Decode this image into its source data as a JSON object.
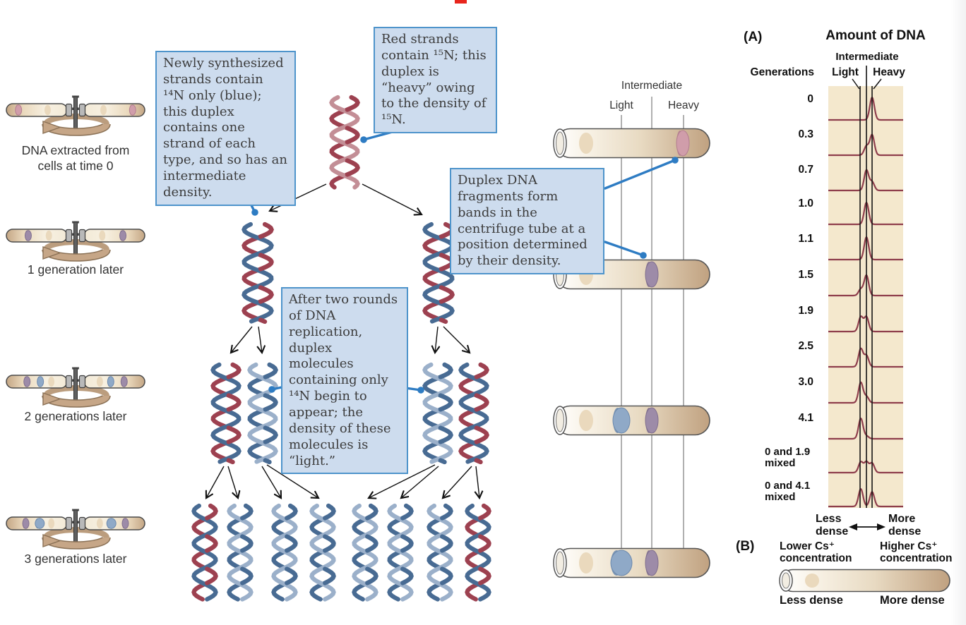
{
  "figure": {
    "description": "Meselson-Stahl experiment: semiconservative DNA replication shown by density-gradient centrifugation",
    "top_mark_color": "#e8251d"
  },
  "colors": {
    "callout_fill": "#cddcee",
    "callout_border": "#4e94cb",
    "connector_blue": "#2e7cc3",
    "strand_red": "#9d4150",
    "strand_red_light": "#c38e96",
    "strand_blue": "#486b93",
    "strand_blue_light": "#9bb0ca",
    "tube_fill_light": "#f8f2e6",
    "tube_fill_dark": "#c0a180",
    "band_heavy": "#d09daa",
    "band_heavy_edge": "#b37e90",
    "band_intermediate": "#9d8ba8",
    "band_intermediate_edge": "#7f6e8e",
    "band_light": "#8fa9c7",
    "band_light_edge": "#6a88ad",
    "band_faint": "#ead9bd",
    "panel_bg": "#f4e8cd",
    "curve": "#8e3e4c",
    "rotor_arrow": "#c6a687",
    "rotor_arrow_edge": "#8a7156",
    "grid_line": "#8f8f8f",
    "axis_line": "#141414"
  },
  "callouts": [
    {
      "text": "Newly synthesized strands contain ¹⁴N only (blue); this duplex contains one strand of each type, and so has an intermediate density."
    },
    {
      "text": "Red strands contain ¹⁵N; this duplex is “heavy” owing to the density of ¹⁵N."
    },
    {
      "text": "Duplex DNA fragments form bands in the centrifuge tube at a position determined by their density."
    },
    {
      "text": "After two rounds of DNA replication, duplex molecules containing only ¹⁴N begin to appear; the density of these molecules is “light.”"
    }
  ],
  "left_rotors": [
    {
      "label": "DNA extracted from\ncells at time 0",
      "left_bands": [
        [
          0.2,
          "heavy"
        ],
        [
          0.68,
          "faint"
        ]
      ],
      "right_bands": [
        [
          0.8,
          "heavy"
        ],
        [
          0.32,
          "faint"
        ]
      ]
    },
    {
      "label": "1 generation later",
      "left_bands": [
        [
          0.36,
          "intermediate"
        ],
        [
          0.7,
          "faint"
        ]
      ],
      "right_bands": [
        [
          0.64,
          "intermediate"
        ],
        [
          0.3,
          "faint"
        ]
      ]
    },
    {
      "label": "2 generations later",
      "left_bands": [
        [
          0.34,
          "intermediate"
        ],
        [
          0.56,
          "light"
        ],
        [
          0.74,
          "faint"
        ]
      ],
      "right_bands": [
        [
          0.66,
          "intermediate"
        ],
        [
          0.44,
          "light"
        ],
        [
          0.26,
          "faint"
        ]
      ]
    },
    {
      "label": "3 generations later",
      "left_bands": [
        [
          0.32,
          "intermediate"
        ],
        [
          0.55,
          "light_wide"
        ],
        [
          0.74,
          "faint"
        ]
      ],
      "right_bands": [
        [
          0.68,
          "intermediate"
        ],
        [
          0.45,
          "light_wide"
        ],
        [
          0.26,
          "faint"
        ]
      ]
    }
  ],
  "dna_rows": [
    {
      "name": "parental-duplex",
      "types": [
        "heavy"
      ]
    },
    {
      "name": "generation-1",
      "types": [
        "hybrid",
        "hybrid"
      ]
    },
    {
      "name": "generation-2",
      "types": [
        "hybrid",
        "light",
        "light",
        "hybrid"
      ]
    },
    {
      "name": "generation-3",
      "types": [
        "hybrid",
        "light",
        "light",
        "light",
        "light",
        "light",
        "light",
        "hybrid"
      ]
    }
  ],
  "tube_column": {
    "intermediate_label": "Intermediate",
    "light_label": "Light",
    "heavy_label": "Heavy",
    "tubes": [
      {
        "bands": [
          {
            "band": "heavy"
          }
        ]
      },
      {
        "bands": [
          {
            "band": "intermediate"
          }
        ]
      },
      {
        "bands": [
          {
            "band": "light",
            "wide": true
          },
          {
            "band": "intermediate"
          }
        ]
      },
      {
        "bands": [
          {
            "band": "light",
            "wide": true,
            "wider": true
          },
          {
            "band": "intermediate"
          }
        ]
      }
    ]
  },
  "panel_a": {
    "tag": "(A)",
    "title": "Amount of DNA",
    "intermediate_label": "Intermediate",
    "light_label": "Light",
    "heavy_label": "Heavy",
    "generations_label": "Generations",
    "rows": [
      {
        "label": "0"
      },
      {
        "label": "0.3"
      },
      {
        "label": "0.7"
      },
      {
        "label": "1.0"
      },
      {
        "label": "1.1"
      },
      {
        "label": "1.5"
      },
      {
        "label": "1.9"
      },
      {
        "label": "2.5"
      },
      {
        "label": "3.0"
      },
      {
        "label": "4.1"
      },
      {
        "label": "0 and 1.9\nmixed"
      },
      {
        "label": "0 and 4.1\nmixed"
      }
    ],
    "less_dense_label": "Less\ndense",
    "more_dense_label": "More\ndense"
  },
  "panel_b": {
    "tag": "(B)",
    "lower_label": "Lower Cs⁺\nconcentration",
    "higher_label": "Higher Cs⁺\nconcentration",
    "less_dense_label": "Less dense",
    "more_dense_label": "More dense"
  },
  "chart_data": {
    "type": "line",
    "title": "Amount of DNA",
    "x_axis": "buoyant density (Less dense to More dense)",
    "band_positions": [
      "Light",
      "Intermediate",
      "Heavy"
    ],
    "legend_position": "none",
    "grid": false,
    "rows": [
      {
        "generation": "0",
        "peaks": {
          "light": 0,
          "intermediate": 0,
          "heavy": 1.0
        }
      },
      {
        "generation": "0.3",
        "peaks": {
          "light": 0,
          "intermediate": 0.4,
          "heavy": 0.9
        }
      },
      {
        "generation": "0.7",
        "peaks": {
          "light": 0,
          "intermediate": 0.9,
          "heavy": 0.38
        }
      },
      {
        "generation": "1.0",
        "peaks": {
          "light": 0,
          "intermediate": 0.97,
          "heavy": 0
        }
      },
      {
        "generation": "1.1",
        "peaks": {
          "light": 0,
          "intermediate": 1.0,
          "heavy": 0
        }
      },
      {
        "generation": "1.5",
        "peaks": {
          "light": 0.28,
          "intermediate": 0.9,
          "heavy": 0
        }
      },
      {
        "generation": "1.9",
        "peaks": {
          "light": 0.65,
          "intermediate": 0.65,
          "heavy": 0
        }
      },
      {
        "generation": "2.5",
        "peaks": {
          "light": 0.8,
          "intermediate": 0.5,
          "heavy": 0
        }
      },
      {
        "generation": "3.0",
        "peaks": {
          "light": 0.9,
          "intermediate": 0.28,
          "heavy": 0
        }
      },
      {
        "generation": "4.1",
        "peaks": {
          "light": 0.9,
          "intermediate": 0.12,
          "heavy": 0
        }
      },
      {
        "generation": "0 and 1.9 mixed",
        "peaks": {
          "light": 0.47,
          "intermediate": 0.47,
          "heavy": 0.42
        }
      },
      {
        "generation": "0 and 4.1 mixed",
        "peaks": {
          "light": 0.78,
          "intermediate": 0,
          "heavy": 0.65
        }
      }
    ]
  }
}
